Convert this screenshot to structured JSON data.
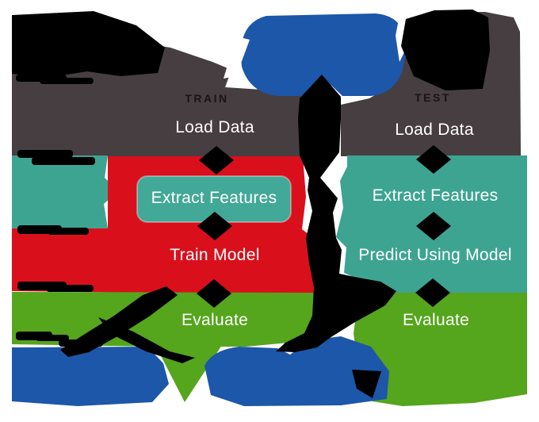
{
  "diagram": {
    "name": "machine-learning-workflow",
    "columns": [
      {
        "header": "TRAIN",
        "steps": [
          "Load Data",
          "Extract Features",
          "Train Model",
          "Evaluate"
        ]
      },
      {
        "header": "TEST",
        "steps": [
          "Load Data",
          "Extract Features",
          "Predict Using Model",
          "Evaluate"
        ]
      }
    ],
    "icons": [
      "data-blob-icon",
      "arrow-down-icon",
      "train-to-predict-arrow-icon",
      "iterate-arrow-icon"
    ]
  },
  "colors": {
    "background": "#ffffff",
    "dark_gray": "#463e40",
    "teal": "#3da492",
    "teal_box": "#42a897",
    "red": "#d9101c",
    "green": "#55a51d",
    "blue": "#1c57a9",
    "black": "#000000",
    "step_text": "#ffffff",
    "header_text": "#1a1416"
  }
}
